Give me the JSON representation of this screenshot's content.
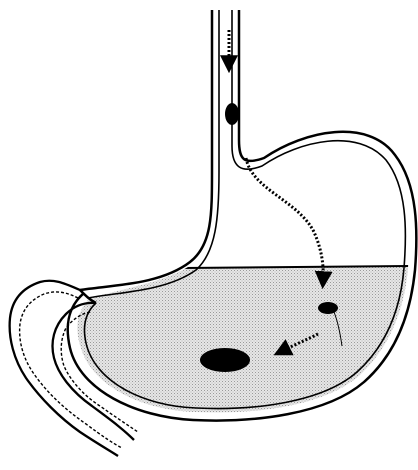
{
  "diagram": {
    "colors": {
      "ink": "#000000",
      "liquid": "#d8d8d8",
      "background": "#ffffff"
    },
    "elements": [
      "esophagus",
      "stomach",
      "gastric-liquid",
      "duodenum",
      "food-bolus-esophagus",
      "food-bolus-surface",
      "food-bolus-bottom",
      "flow-arrow-esophagus",
      "flow-arrow-stomach",
      "flow-arrow-liquid"
    ]
  }
}
